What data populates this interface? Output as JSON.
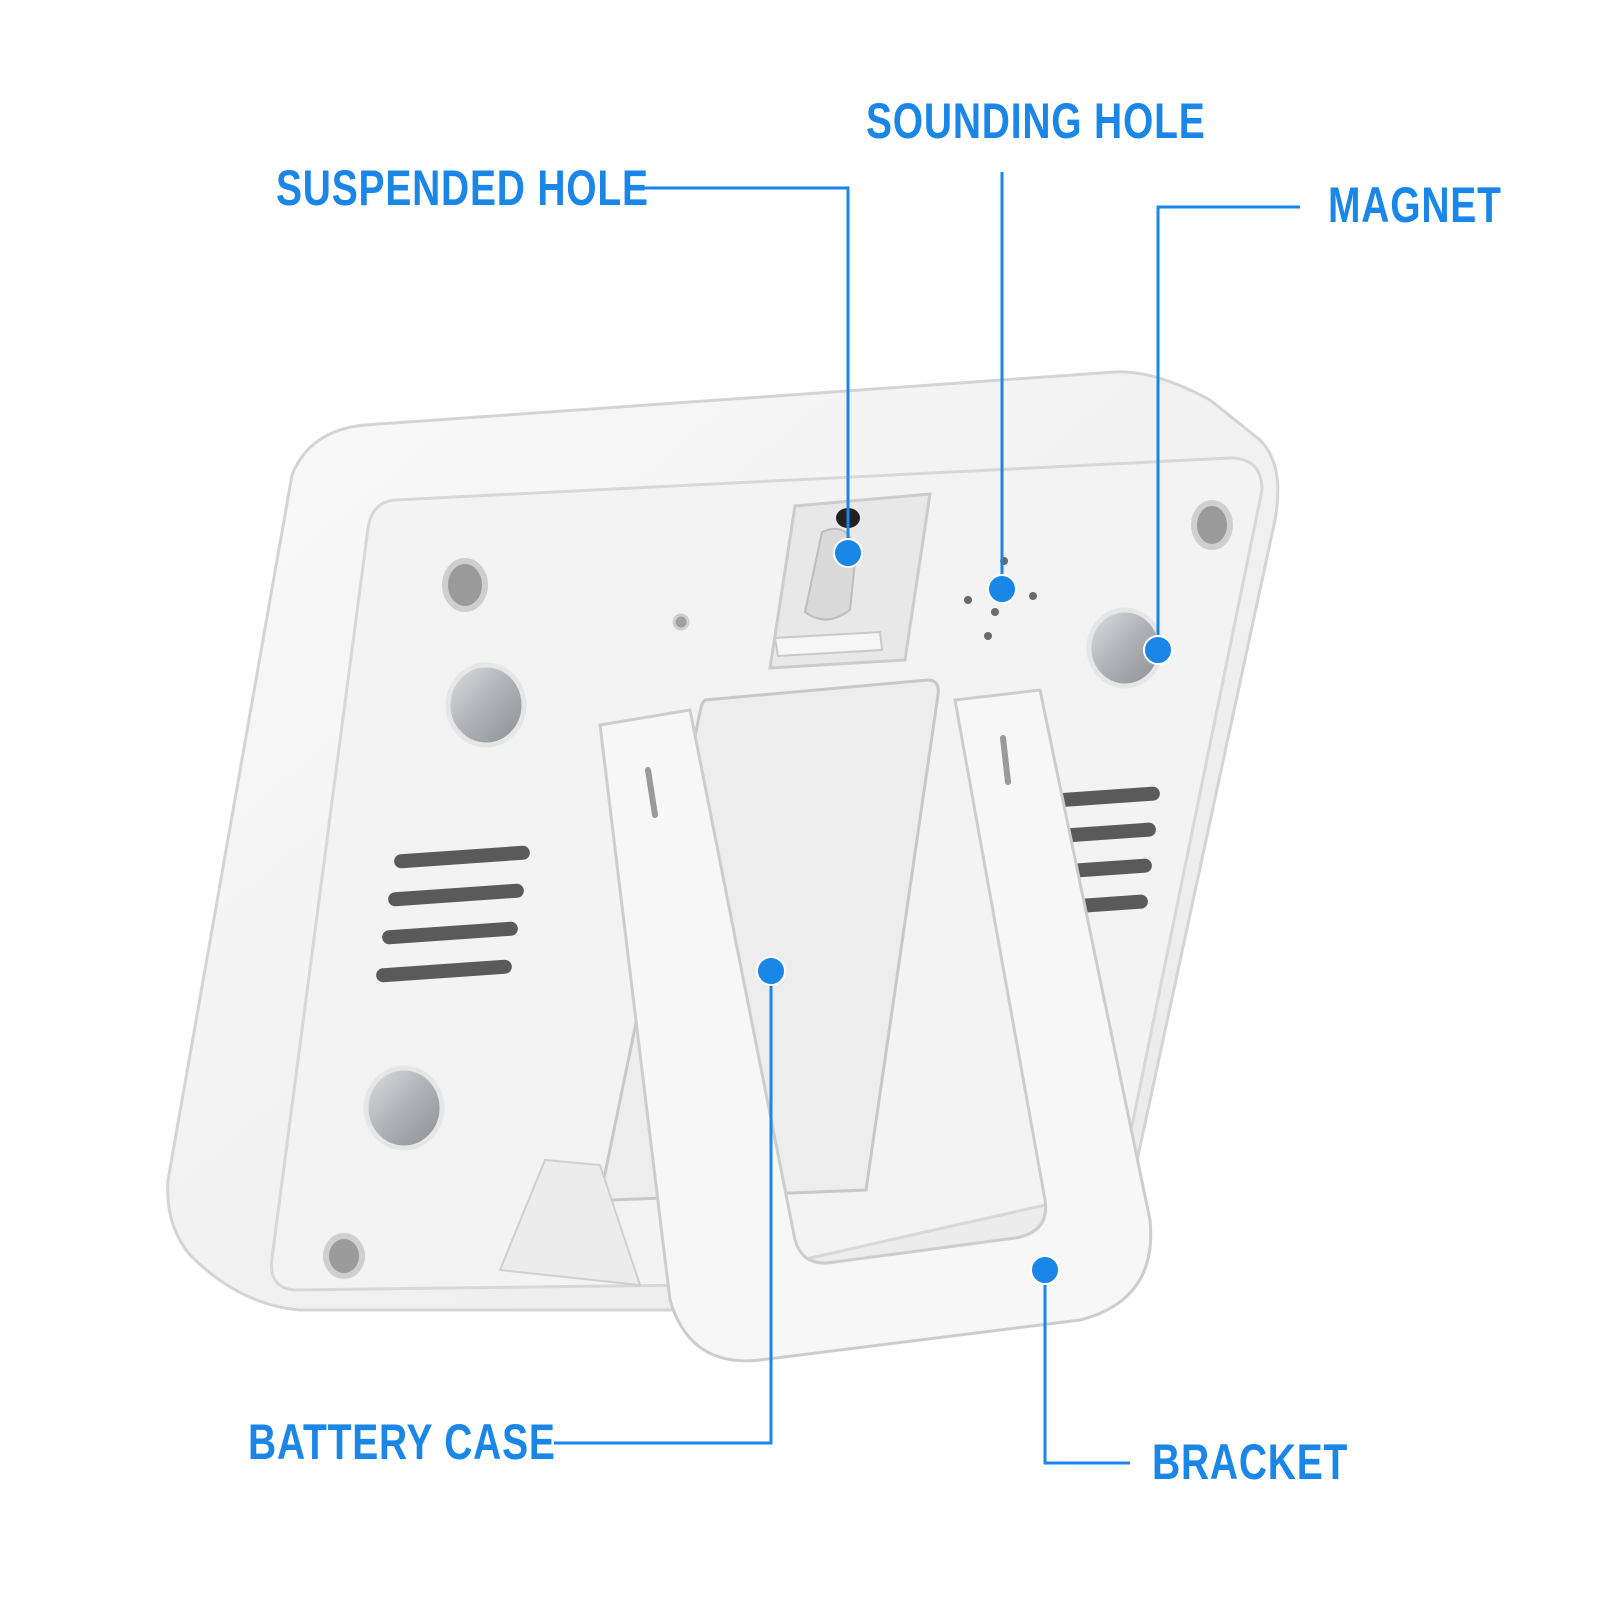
{
  "colors": {
    "accent": "#1a86e8",
    "device_body": "#f1f1f1",
    "device_edge": "#d9d9d9",
    "magnet": "#b9bcbf"
  },
  "callouts": {
    "suspended_hole": "SUSPENDED HOLE",
    "sounding_hole": "SOUNDING HOLE",
    "magnet": "MAGNET",
    "battery_case": "BATTERY CASE",
    "bracket": "BRACKET"
  }
}
